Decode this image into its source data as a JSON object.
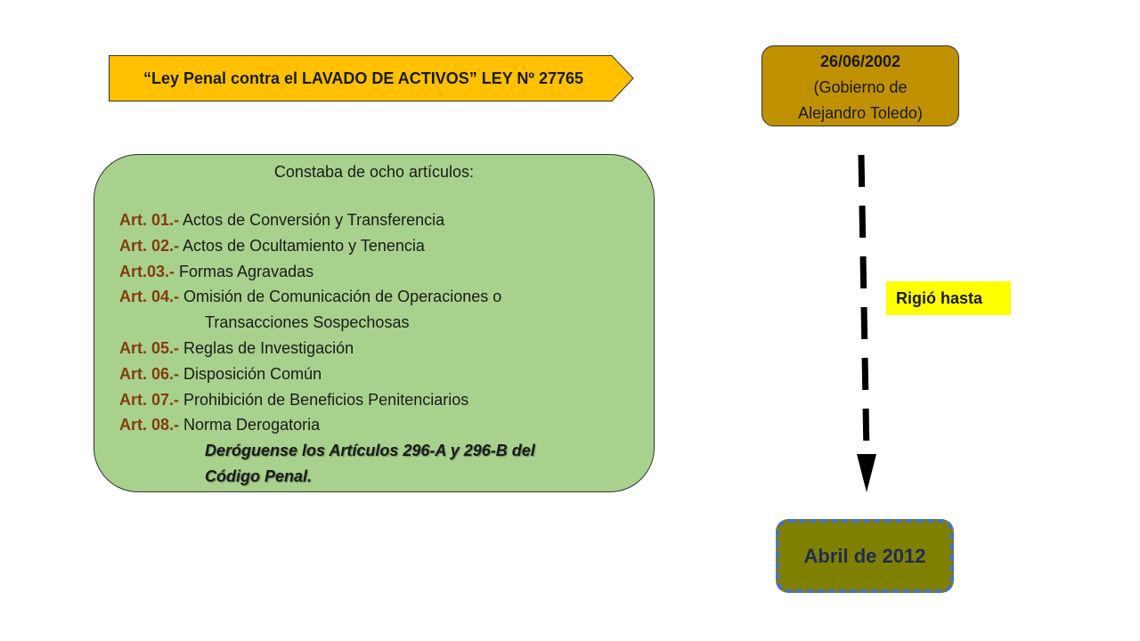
{
  "law_banner": {
    "text": "“Ley Penal contra el LAVADO DE ACTIVOS” LEY Nº 27765"
  },
  "start_date": {
    "date": "26/06/2002",
    "line1": "(Gobierno de",
    "line2": "Alejandro Toledo)"
  },
  "articles": {
    "title": "Constaba de ocho artículos:",
    "items": [
      {
        "label": "Art. 01.-",
        "text": "Actos de Conversión y Transferencia"
      },
      {
        "label": "Art. 02.-",
        "text": "Actos de Ocultamiento y Tenencia"
      },
      {
        "label": "Art.03.-",
        "text": "Formas Agravadas"
      },
      {
        "label": "Art. 04.-",
        "text": "Omisión de Comunicación de Operaciones o",
        "continuation": "Transacciones Sospechosas"
      },
      {
        "label": "Art. 05.-",
        "text": "Reglas de Investigación"
      },
      {
        "label": "Art. 06.-",
        "text": "Disposición Común"
      },
      {
        "label": "Art. 07.-",
        "text": "Prohibición de Beneficios Penitenciarios"
      },
      {
        "label": "Art. 08.-",
        "text": "Norma Derogatoria"
      }
    ],
    "note_line1": "Deróguense los Artículos 296-A y 296-B del",
    "note_line2": "Código Penal."
  },
  "timeline": {
    "label": "Rigió hasta"
  },
  "end_date": {
    "text": "Abril de 2012"
  },
  "colors": {
    "banner": "#ffc000",
    "start_box": "#bf9000",
    "articles_box": "#a9d18e",
    "article_label": "#843c0c",
    "highlight": "#ffff00",
    "end_box": "#808000",
    "end_border": "#4472c4"
  }
}
